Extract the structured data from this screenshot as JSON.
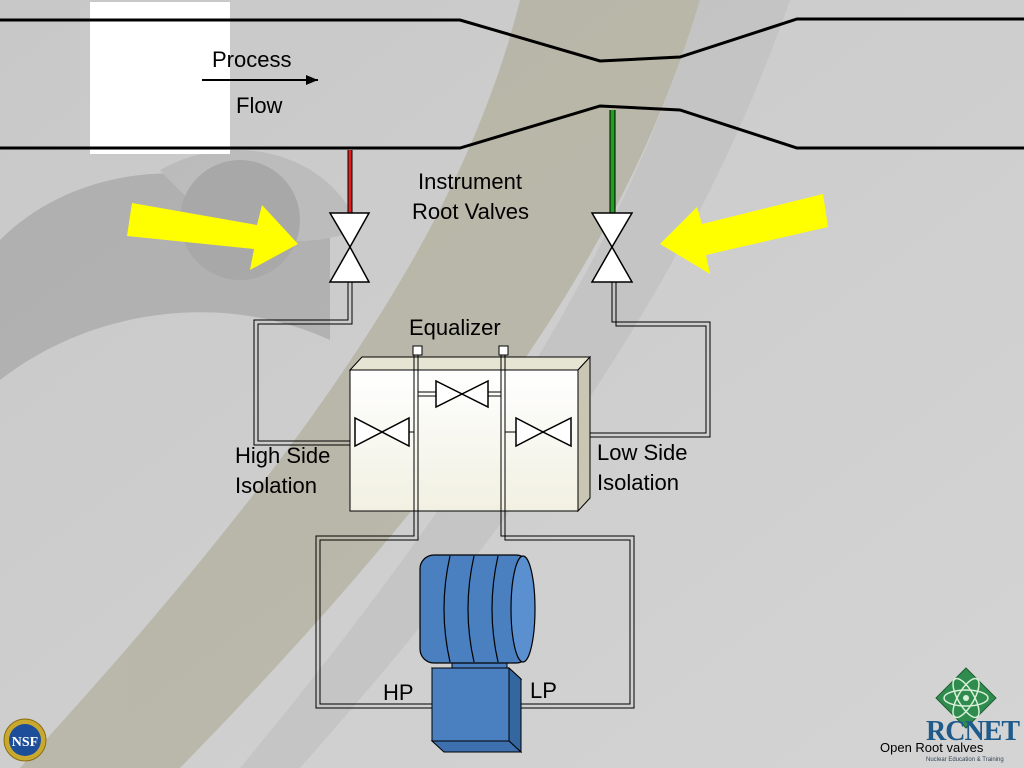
{
  "labels": {
    "process": "Process",
    "flow": "Flow",
    "instrument": "Instrument",
    "root_valves": "Root Valves",
    "equalizer": "Equalizer",
    "high_side_1": "High Side",
    "high_side_2": "Isolation",
    "low_side_1": "Low Side",
    "low_side_2": "Isolation",
    "hp": "HP",
    "lp": "LP"
  },
  "footer": {
    "caption": "Open Root valves",
    "logo_name": "RCNET",
    "logo_sub": "Nuclear Education & Training",
    "nsf_text": "NSF"
  },
  "colors": {
    "highlight_arrow": "#ffff00",
    "high_tap": "#e02020",
    "low_tap": "#20a020",
    "transmitter": "#4a7fc0",
    "background": "#cfcfcf"
  }
}
